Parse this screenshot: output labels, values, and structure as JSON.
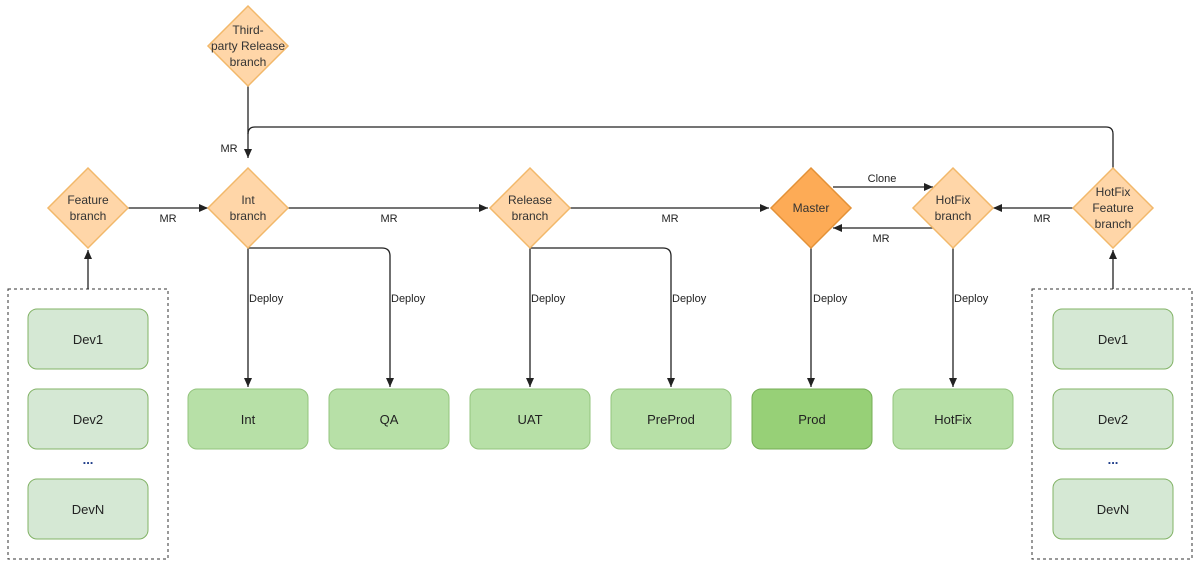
{
  "colors": {
    "diamond_fill": "#ffd6a8",
    "diamond_stroke": "#f2b86a",
    "master_fill": "#fdab56",
    "master_stroke": "#e39137",
    "env_fill": "#b7e0a7",
    "env_stroke": "#93c47d",
    "prod_fill": "#97d077",
    "prod_stroke": "#74ad55",
    "dev_fill": "#d5e8d4",
    "dev_stroke": "#82b366",
    "edge": "#222222"
  },
  "nodes": {
    "third_party": [
      "Third-",
      "party Release",
      "branch"
    ],
    "feature": [
      "Feature",
      "branch"
    ],
    "int_branch": [
      "Int",
      "branch"
    ],
    "release": [
      "Release",
      "branch"
    ],
    "master": [
      "Master"
    ],
    "hotfix_branch": [
      "HotFix",
      "branch"
    ],
    "hotfix_feature": [
      "HotFix",
      "Feature",
      "branch"
    ]
  },
  "environments": {
    "int": "Int",
    "qa": "QA",
    "uat": "UAT",
    "preprod": "PreProd",
    "prod": "Prod",
    "hotfix": "HotFix"
  },
  "dev_groups": {
    "left": {
      "dev1": "Dev1",
      "dev2": "Dev2",
      "ellipsis": "...",
      "devn": "DevN"
    },
    "right": {
      "dev1": "Dev1",
      "dev2": "Dev2",
      "ellipsis": "...",
      "devn": "DevN"
    }
  },
  "edge_labels": {
    "third_party_mr": "MR",
    "feature_mr": "MR",
    "int_to_release_mr": "MR",
    "release_to_master_mr": "MR",
    "clone": "Clone",
    "hotfix_to_master_mr": "MR",
    "hotfix_feature_mr": "MR",
    "deploy_int": "Deploy",
    "deploy_qa": "Deploy",
    "deploy_uat": "Deploy",
    "deploy_preprod": "Deploy",
    "deploy_prod": "Deploy",
    "deploy_hotfix": "Deploy"
  }
}
